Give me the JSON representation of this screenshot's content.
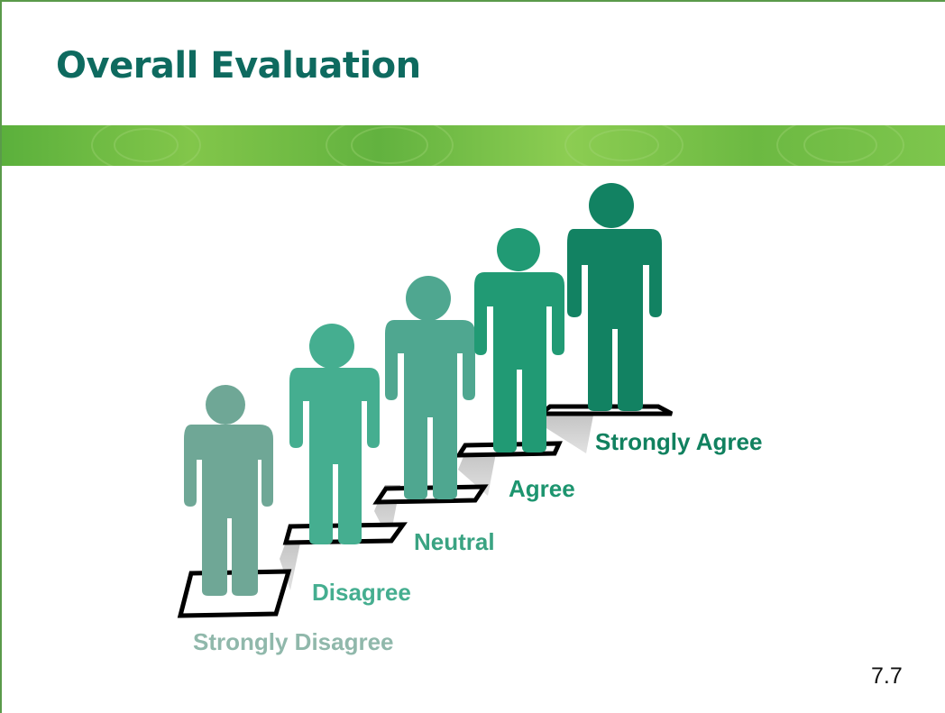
{
  "slide": {
    "title": "Overall Evaluation",
    "page_number": "7.7"
  },
  "steps": [
    {
      "label": "Strongly Disagree",
      "color": "#6fa796",
      "label_color": "#90b8ab"
    },
    {
      "label": "Disagree",
      "color": "#45ae90",
      "label_color": "#45ae90"
    },
    {
      "label": "Neutral",
      "color": "#4fa790",
      "label_color": "#3aa382"
    },
    {
      "label": "Agree",
      "color": "#219a74",
      "label_color": "#1d956f"
    },
    {
      "label": "Strongly Agree",
      "color": "#128262",
      "label_color": "#11815f"
    }
  ],
  "colors": {
    "title": "#0e6a5f",
    "band": "#6cb942",
    "frame": "#5a9a4a"
  }
}
